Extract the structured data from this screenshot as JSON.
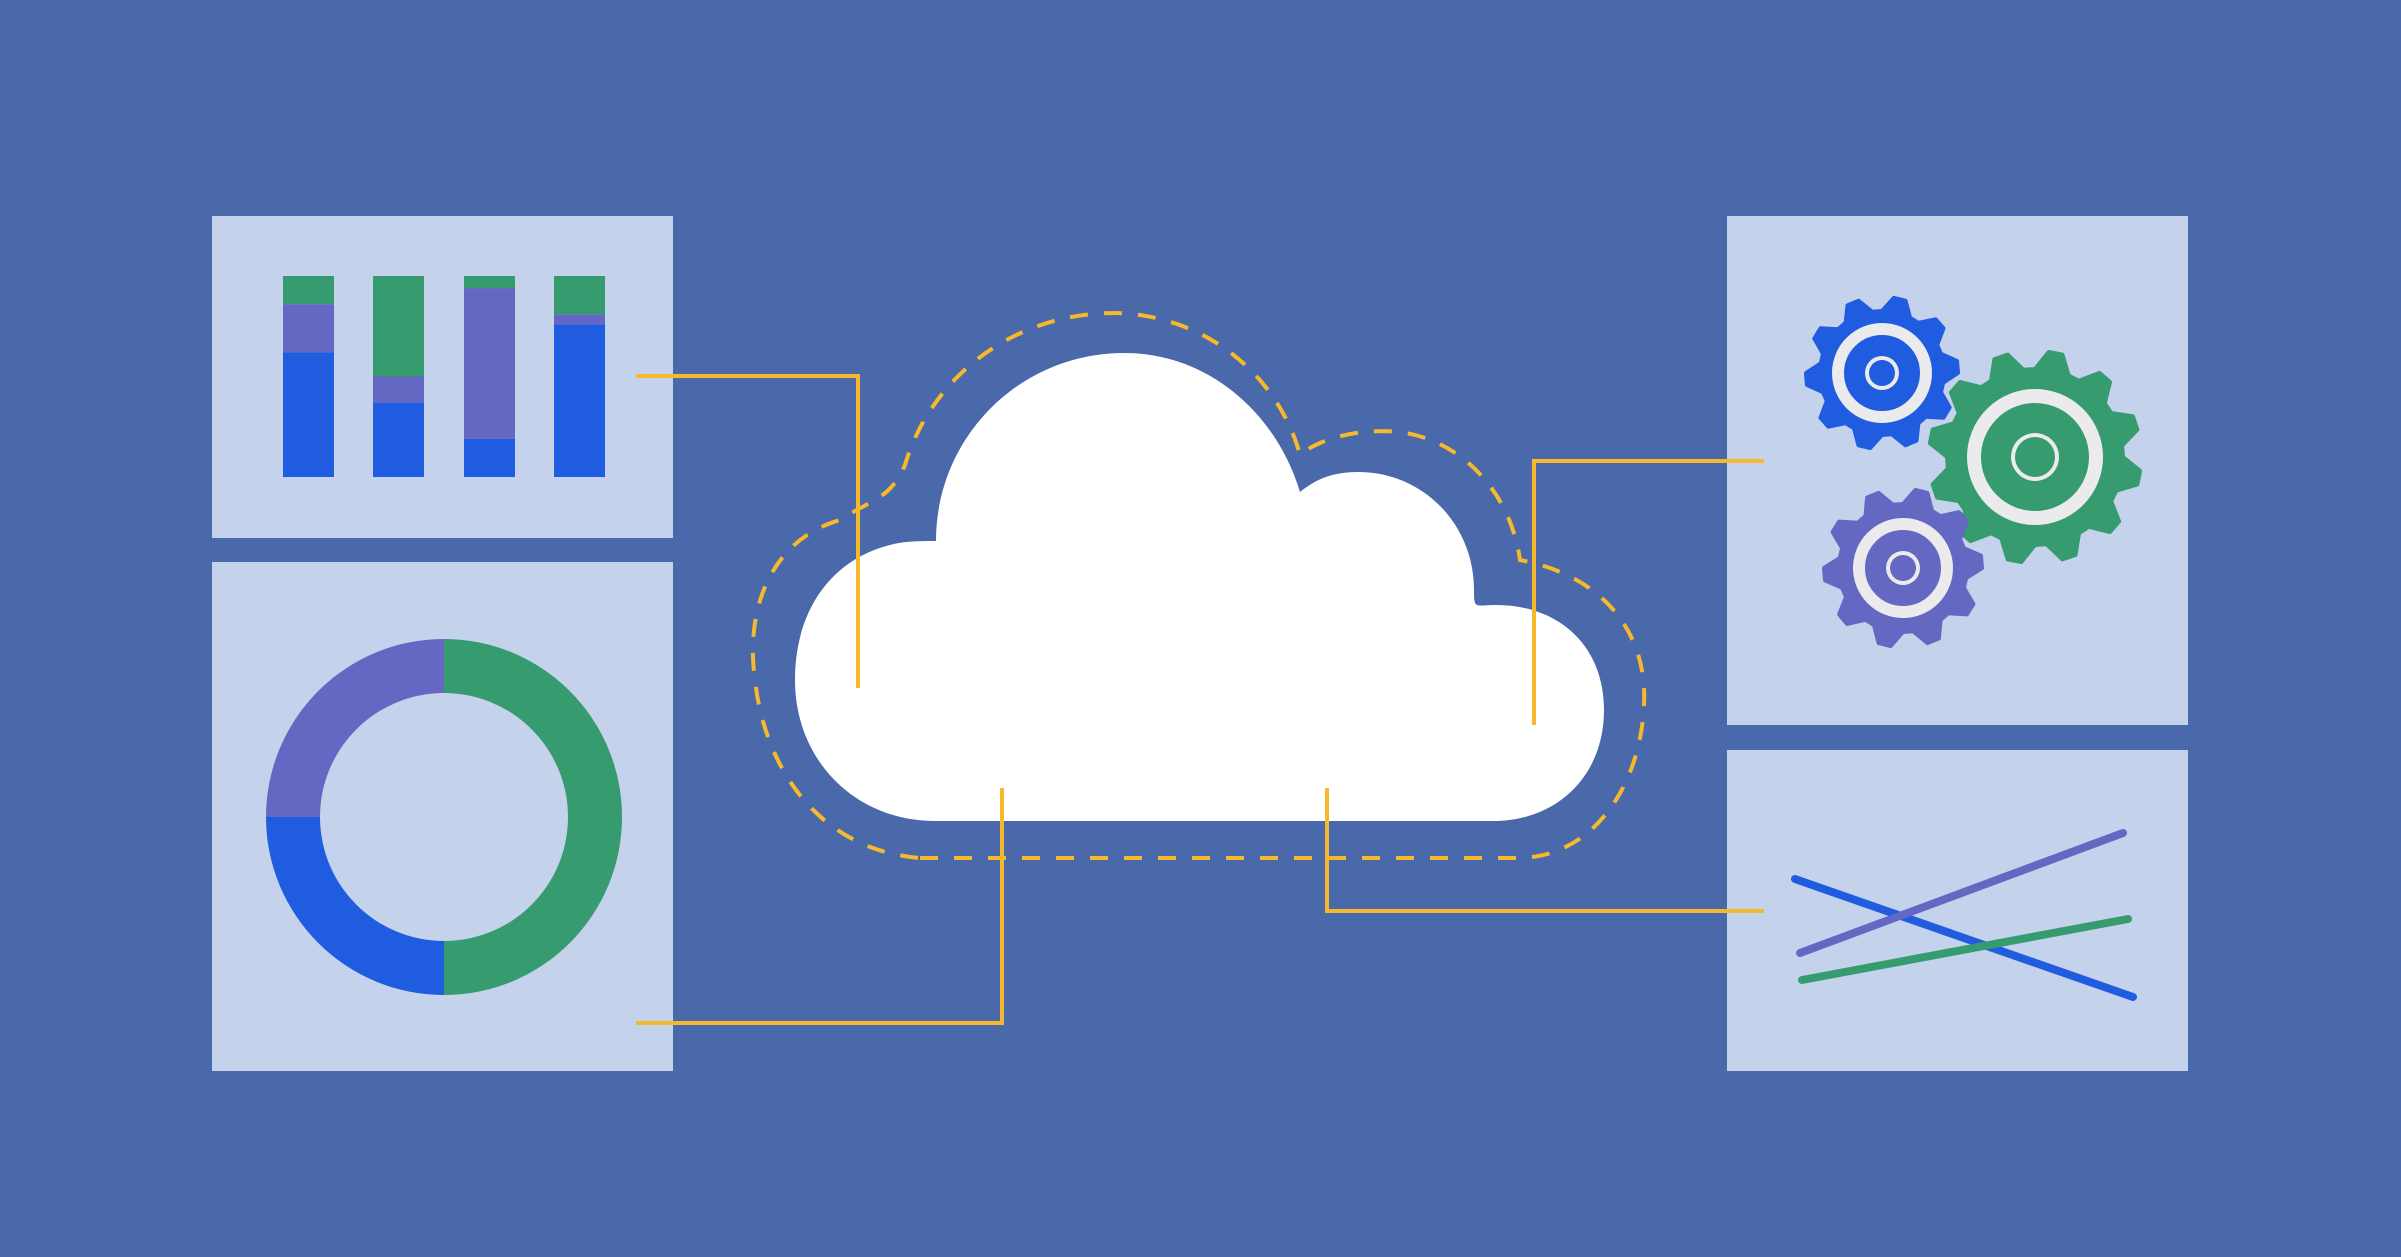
{
  "colors": {
    "background": "#4a69ab",
    "panel": "#c5d2ec",
    "blue": "#1f5ce0",
    "purple": "#6468c2",
    "green": "#369b6f",
    "connector": "#f6b92b",
    "cloud": "#ffffff",
    "gear_hole_ring": "#ebebed"
  },
  "icons": {
    "cloud": "cloud-icon",
    "gears": "gears-icon",
    "bar_chart": "stacked-bar-chart-icon",
    "donut_chart": "donut-chart-icon",
    "line_chart": "line-chart-icon"
  },
  "bar_panel": {
    "bars": [
      {
        "blue": 0.62,
        "purple": 0.24,
        "green": 0.14
      },
      {
        "blue": 0.37,
        "purple": 0.13,
        "green": 0.5
      },
      {
        "blue": 0.19,
        "purple": 0.75,
        "green": 0.06
      },
      {
        "blue": 0.76,
        "purple": 0.05,
        "green": 0.19
      }
    ]
  },
  "donut_panel": {
    "segments": [
      {
        "color": "green",
        "share": 0.5
      },
      {
        "color": "blue",
        "share": 0.25
      },
      {
        "color": "purple",
        "share": 0.25
      }
    ]
  }
}
